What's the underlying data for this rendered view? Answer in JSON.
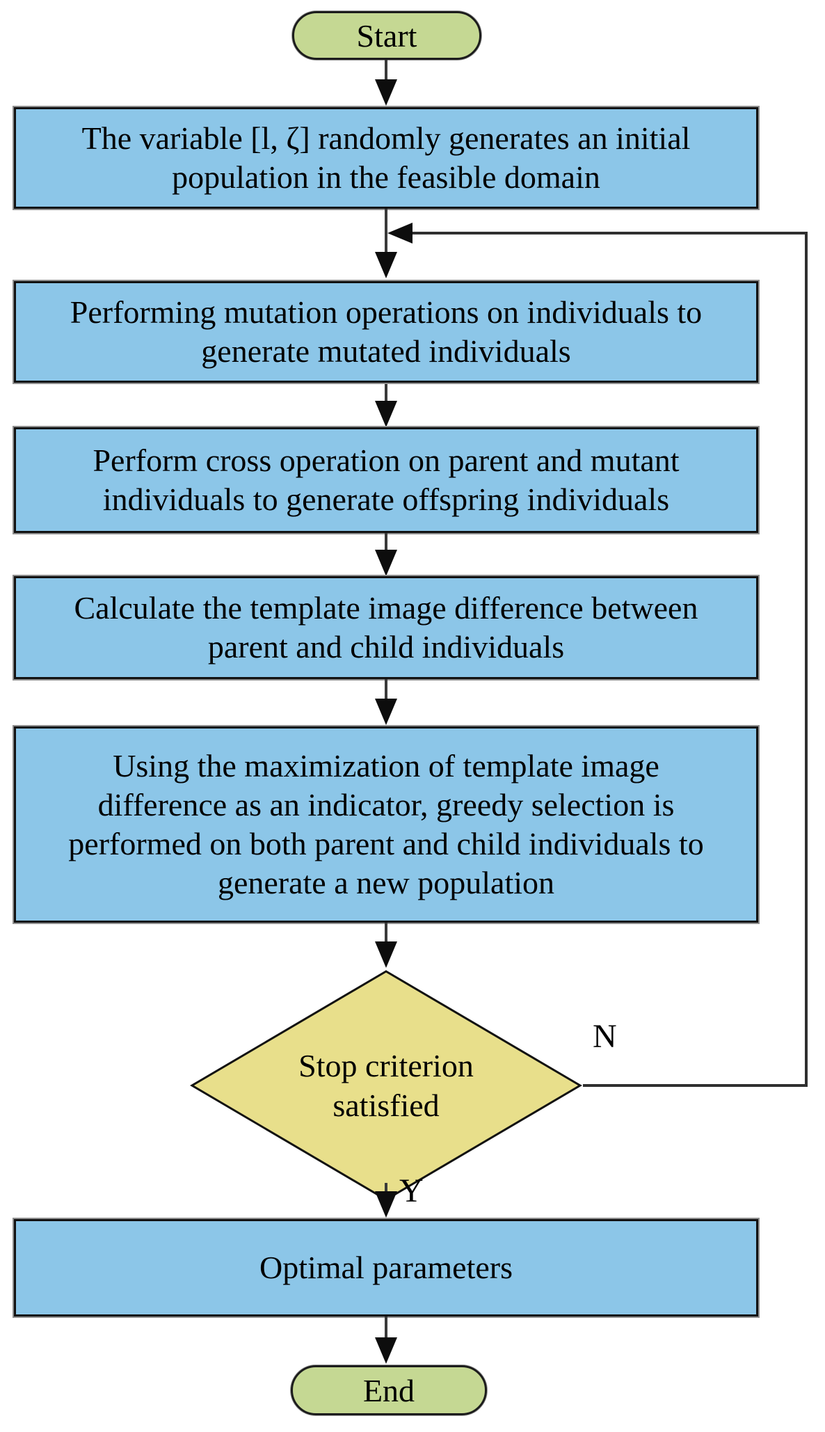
{
  "colors": {
    "process_fill": "#8cc6e8",
    "terminal_fill": "#c5d893",
    "decision_fill": "#e8df8b",
    "line": "#2f2f2f"
  },
  "flowchart": {
    "start": "Start",
    "steps": {
      "init": "The variable [l, ζ] randomly generates an initial\npopulation in the feasible domain",
      "mutation": "Performing mutation operations on individuals to\ngenerate mutated individuals",
      "cross": "Perform cross operation on parent and mutant\nindividuals to generate offspring individuals",
      "difference": "Calculate the template image difference between\nparent and child individuals",
      "selection": "Using the maximization of template image\ndifference as an indicator, greedy selection is\nperformed on both parent and child individuals to\ngenerate a new population"
    },
    "decision": "Stop criterion\nsatisfied",
    "no_label": "N",
    "yes_label": "Y",
    "result": "Optimal parameters",
    "end": "End"
  }
}
